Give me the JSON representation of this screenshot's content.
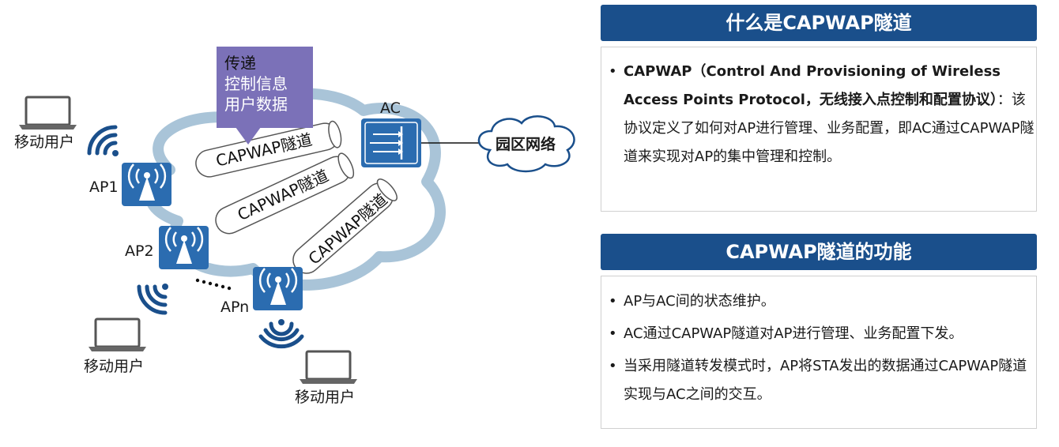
{
  "diagram": {
    "callout_line1": "传递",
    "callout_line2": "控制信息",
    "callout_line3": "用户数据",
    "tunnel_label": "CAPWAP隧道",
    "ac_label": "AC",
    "network_label": "园区网络",
    "ap1_label": "AP1",
    "ap2_label": "AP2",
    "apn_label": "APn",
    "user_label": "移动用户"
  },
  "panel1": {
    "title": "什么是CAPWAP隧道",
    "bold_text": "CAPWAP（Control And Provisioning of Wireless Access Points Protocol，无线接入点控制和配置协议）",
    "rest_text": "：该协议定义了如何对AP进行管理、业务配置，即AC通过CAPWAP隧道来实现对AP的集中管理和控制。"
  },
  "panel2": {
    "title": "CAPWAP隧道的功能",
    "items": [
      "AP与AC间的状态维护。",
      "AC通过CAPWAP隧道对AP进行管理、业务配置下发。",
      "当采用隧道转发模式时，AP将STA发出的数据通过CAPWAP隧道实现与AC之间的交互。"
    ]
  },
  "colors": {
    "navy": "#1a4f8b",
    "ap_blue": "#2b6cb0",
    "callout_purple": "#7b71b8",
    "cloud_stroke": "#a9c4d8"
  }
}
